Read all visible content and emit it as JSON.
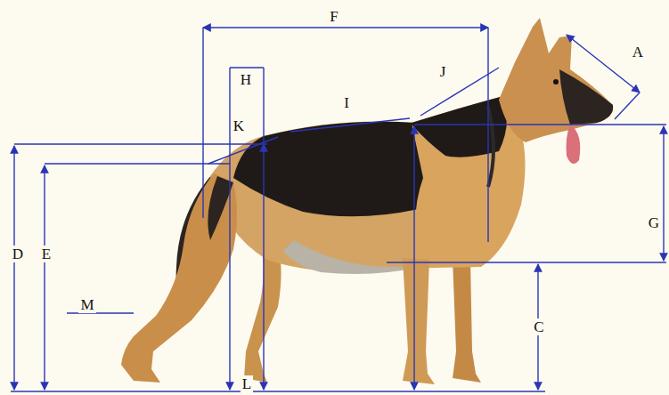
{
  "diagram": {
    "labels": [
      "F",
      "H",
      "A",
      "J",
      "I",
      "K",
      "G",
      "D",
      "E",
      "M",
      "C",
      "L"
    ]
  }
}
